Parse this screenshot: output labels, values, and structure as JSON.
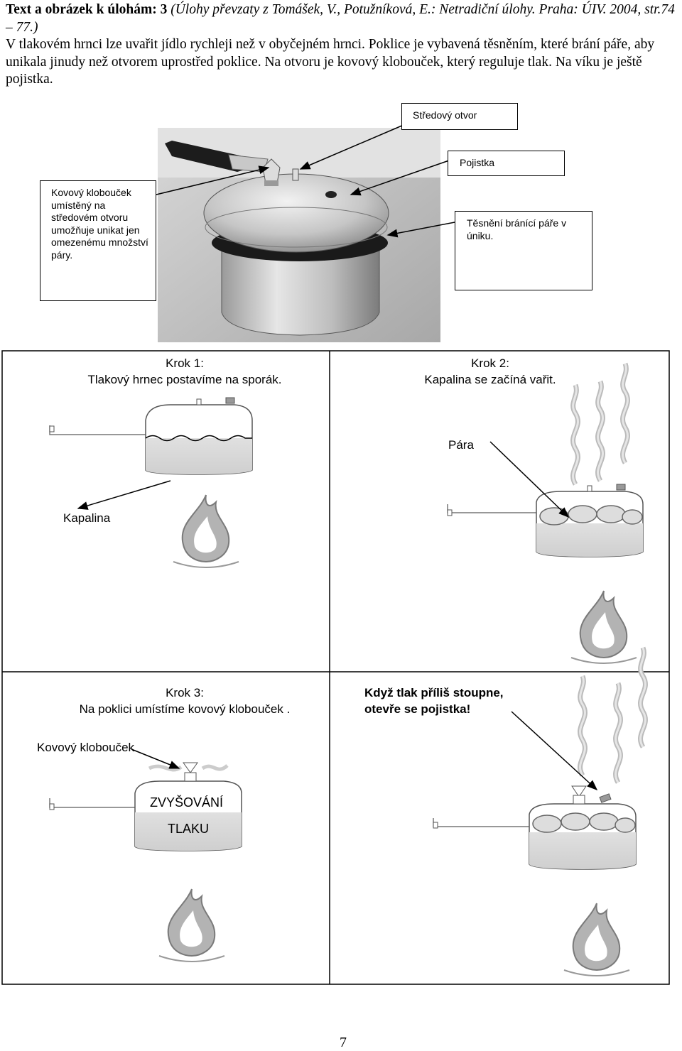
{
  "header": {
    "source_bold": "Text a obrázek k úlohám: 3",
    "source_italic": "(Úlohy převzaty z Tomášek, V., Potužníková, E.: Netradiční úlohy. Praha: ÚIV. 2004, str.74 – 77.)",
    "paragraph": "V tlakovém hrnci lze uvařit jídlo rychleji než v obyčejném hrnci. Poklice je vybavená těsněním, které brání páře, aby unikala jinudy než otvorem uprostřed poklice. Na otvoru je kovový klobouček, který reguluje tlak. Na víku je ještě pojistka."
  },
  "photo_callouts": {
    "center_hole": "Středový otvor",
    "safety_valve": "Pojistka",
    "cap_description": "Kovový klobouček umístěný na středovém otvoru umožňuje unikat jen omezenému množství páry.",
    "seal": "Těsnění bránící páře v úniku."
  },
  "steps": {
    "step1_title": "Krok 1:",
    "step1_text": "Tlakový hrnec postavíme na sporák.",
    "step1_label": "Kapalina",
    "step2_title": "Krok 2:",
    "step2_text": "Kapalina se začíná vařit.",
    "step2_label": "Pára",
    "step3_title": "Krok 3:",
    "step3_text": "Na poklici umístíme kovový klobouček .",
    "step3_label": "Kovový klobouček",
    "step3_inner_line1": "ZVYŠOVÁNÍ",
    "step3_inner_line2": "TLAKU",
    "step4_text_line1": "Když tlak příliš stoupne,",
    "step4_text_line2": "otevře se pojistka!"
  },
  "page_number": "7"
}
